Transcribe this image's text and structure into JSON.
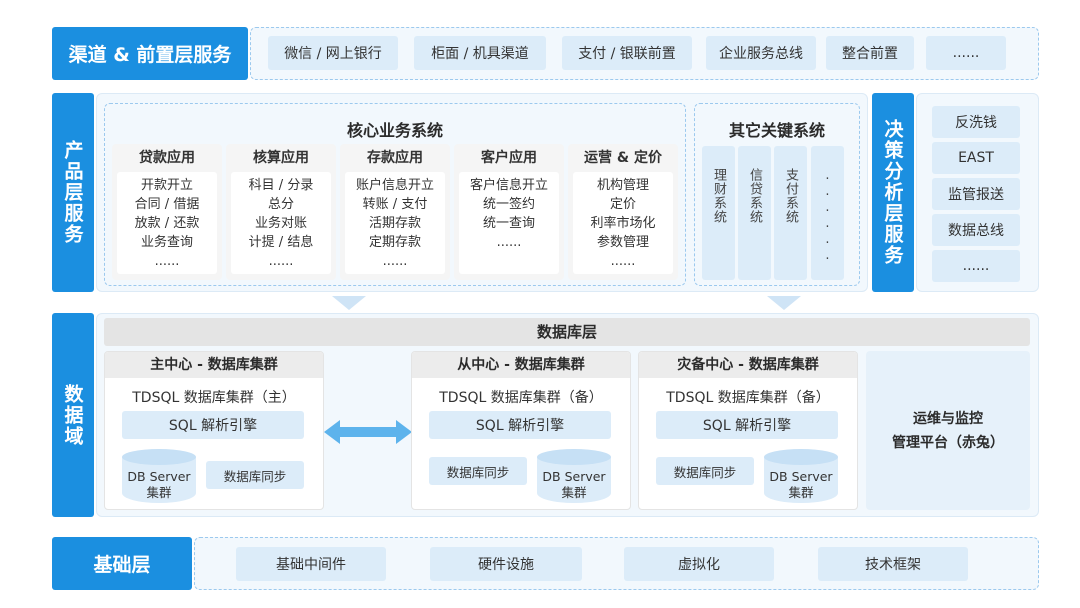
{
  "channel": {
    "title": "渠道 & 前置层服务",
    "items": [
      "微信 / 网上银行",
      "柜面 / 机具渠道",
      "支付 / 银联前置",
      "企业服务总线",
      "整合前置",
      "......"
    ]
  },
  "product": {
    "title": "产品层服务",
    "core": {
      "title": "核心业务系统",
      "cards": [
        {
          "title": "贷款应用",
          "lines": [
            "开款开立",
            "合同 / 借据",
            "放款 / 还款",
            "业务查询",
            "......"
          ]
        },
        {
          "title": "核算应用",
          "lines": [
            "科目 / 分录",
            "总分",
            "业务对账",
            "计提 / 结息",
            "......"
          ]
        },
        {
          "title": "存款应用",
          "lines": [
            "账户信息开立",
            "转账 / 支付",
            "活期存款",
            "定期存款",
            "......"
          ]
        },
        {
          "title": "客户应用",
          "lines": [
            "客户信息开立",
            "统一签约",
            "统一查询",
            "......"
          ]
        },
        {
          "title": "运营 & 定价",
          "lines": [
            "机构管理",
            "定价",
            "利率市场化",
            "参数管理",
            "......"
          ]
        }
      ]
    },
    "other": {
      "title": "其它关键系统",
      "items": [
        "理财系统",
        "信贷系统",
        "支付系统",
        "......"
      ]
    }
  },
  "decision": {
    "title": "决策分析层服务",
    "items": [
      "反洗钱",
      "EAST",
      "监管报送",
      "数据总线",
      "......"
    ]
  },
  "data": {
    "title": "数据域",
    "layer_title": "数据库层",
    "main": {
      "title": "主中心 - 数据库集群",
      "cluster": "TDSQL 数据库集群（主）",
      "engine": "SQL 解析引擎",
      "db_line1": "DB Server",
      "db_line2": "集群",
      "sync": "数据库同步"
    },
    "secondary": {
      "title": "从中心 - 数据库集群",
      "cluster": "TDSQL 数据库集群（备）",
      "engine": "SQL 解析引擎",
      "db_line1": "DB Server",
      "db_line2": "集群",
      "sync": "数据库同步"
    },
    "disaster": {
      "title": "灾备中心 - 数据库集群",
      "cluster": "TDSQL 数据库集群（备）",
      "engine": "SQL 解析引擎",
      "db_line1": "DB Server",
      "db_line2": "集群",
      "sync": "数据库同步"
    },
    "ops_line1": "运维与监控",
    "ops_line2": "管理平台（赤兔）"
  },
  "base": {
    "title": "基础层",
    "items": [
      "基础中间件",
      "硬件设施",
      "虚拟化",
      "技术框架"
    ]
  },
  "colors": {
    "accent": "#1b8fe0",
    "chip": "#dcecf9",
    "panel": "#f2f8fd"
  }
}
